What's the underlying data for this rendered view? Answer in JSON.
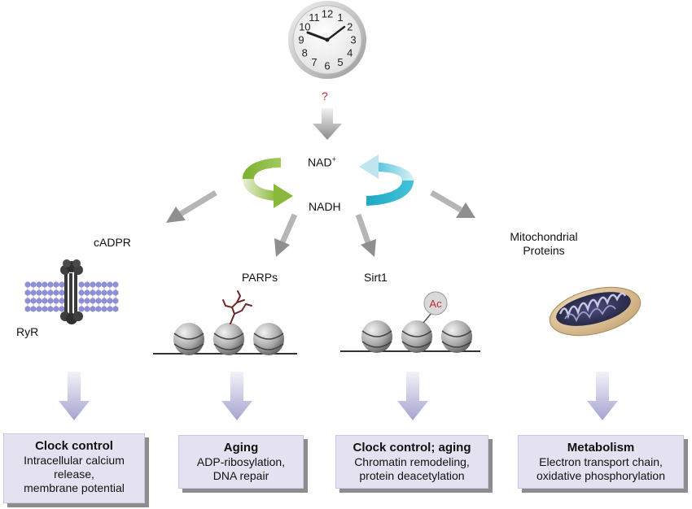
{
  "clock_numbers": [
    "12",
    "1",
    "2",
    "3",
    "4",
    "5",
    "6",
    "7",
    "8",
    "9",
    "10",
    "11"
  ],
  "question_mark": "?",
  "nad_plus": "NAD",
  "nad_plus_sup": "+",
  "nadh": "NADH",
  "pathways": [
    {
      "id": "cadpr",
      "label": "cADPR",
      "sub_label": "RyR",
      "outcome_title": "Clock control",
      "outcome_lines": [
        "Intracellular calcium",
        "release,",
        "membrane potential"
      ]
    },
    {
      "id": "parps",
      "label": "PARPs",
      "outcome_title": "Aging",
      "outcome_lines": [
        "ADP-ribosylation,",
        "DNA repair"
      ]
    },
    {
      "id": "sirt1",
      "label": "Sirt1",
      "marker": "Ac",
      "outcome_title": "Clock control; aging",
      "outcome_lines": [
        "Chromatin remodeling,",
        "protein deacetylation"
      ]
    },
    {
      "id": "mito",
      "label_lines": [
        "Mitochondrial",
        "Proteins"
      ],
      "outcome_title": "Metabolism",
      "outcome_lines": [
        "Electron transport chain,",
        "oxidative phosphorylation"
      ]
    }
  ],
  "colors": {
    "green_arrow": "#8ab83a",
    "cyan_arrow": "#27b4cf",
    "grey_arrow": "#8f8f8f",
    "lavender_arrow": "#a4a3cf",
    "box_fill": "#e4e2f1",
    "membrane": "#8f8fd4",
    "question": "#cc2a2a"
  }
}
